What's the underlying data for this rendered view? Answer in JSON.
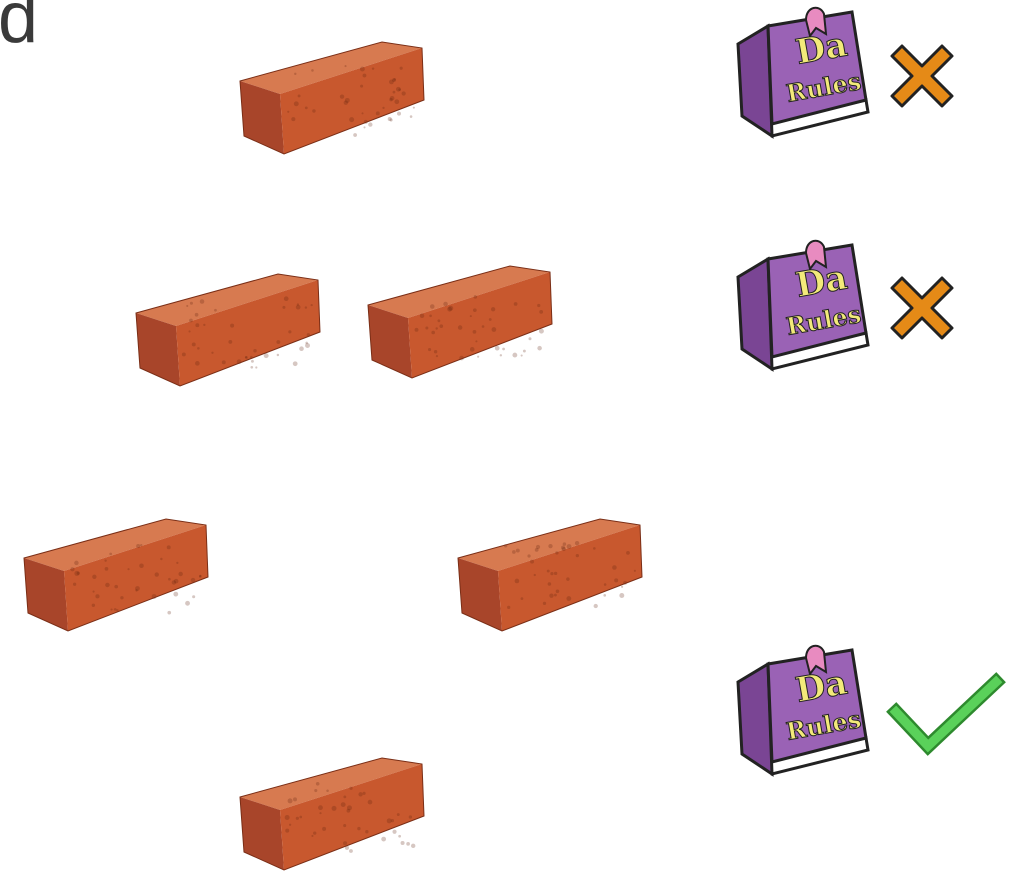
{
  "corner_text": "d",
  "rule_book": {
    "title_line1": "Da",
    "title_line2": "Rules",
    "cover_color": "#9a62b5",
    "ribbon_color": "#e88bc0",
    "lettering_color": "#f3ea7a"
  },
  "rows": [
    {
      "bricks": 1,
      "result": "incorrect",
      "result_icon": "cross-icon"
    },
    {
      "bricks": 2,
      "result": "incorrect",
      "result_icon": "cross-icon"
    },
    {
      "bricks": 3,
      "result": "correct",
      "result_icon": "check-icon"
    }
  ],
  "colors": {
    "brick": "#c8582e",
    "cross": "#e58a17",
    "check": "#5ad15a"
  }
}
